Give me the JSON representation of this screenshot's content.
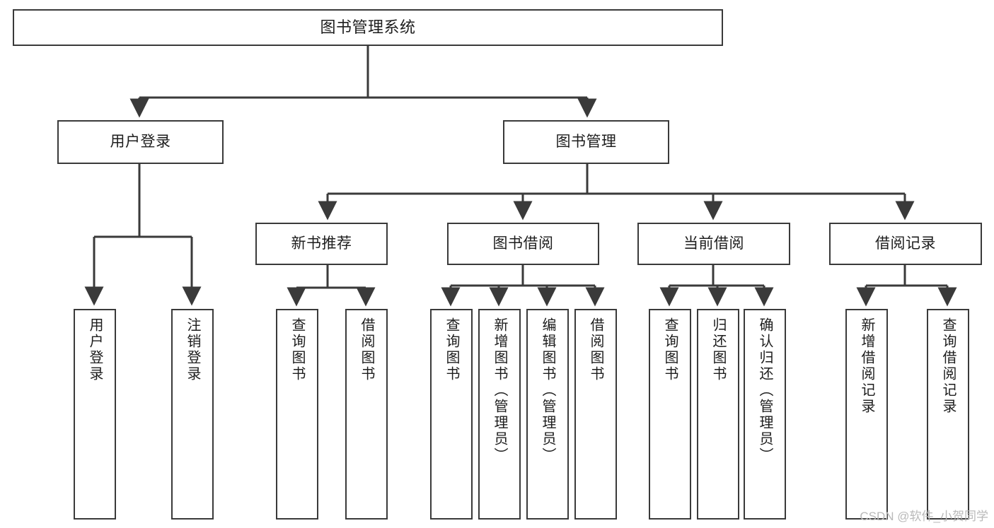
{
  "diagram": {
    "title": "图书管理系统",
    "watermark": "CSDN @软件_小贺同学",
    "colors": {
      "box_border": "#3a3a3a",
      "line": "#3a3a3a",
      "text": "#1d1d1d",
      "background": "#ffffff",
      "watermark": "#b9b9b9"
    },
    "root": {
      "label": "图书管理系统"
    },
    "level2": [
      {
        "label": "用户登录"
      },
      {
        "label": "图书管理"
      }
    ],
    "level3": [
      {
        "label": "新书推荐"
      },
      {
        "label": "图书借阅"
      },
      {
        "label": "当前借阅"
      },
      {
        "label": "借阅记录"
      }
    ],
    "leaves": {
      "user_login": [
        {
          "label": "用户登录"
        },
        {
          "label": "注销登录"
        }
      ],
      "new_book_recommend": [
        {
          "label": "查询图书"
        },
        {
          "label": "借阅图书"
        }
      ],
      "book_borrow": [
        {
          "label": "查询图书"
        },
        {
          "label": "新增图书（管理员）"
        },
        {
          "label": "编辑图书（管理员）"
        },
        {
          "label": "借阅图书"
        }
      ],
      "current_borrow": [
        {
          "label": "查询图书"
        },
        {
          "label": "归还图书"
        },
        {
          "label": "确认归还（管理员）"
        }
      ],
      "borrow_record": [
        {
          "label": "新增借阅记录"
        },
        {
          "label": "查询借阅记录"
        }
      ]
    }
  }
}
